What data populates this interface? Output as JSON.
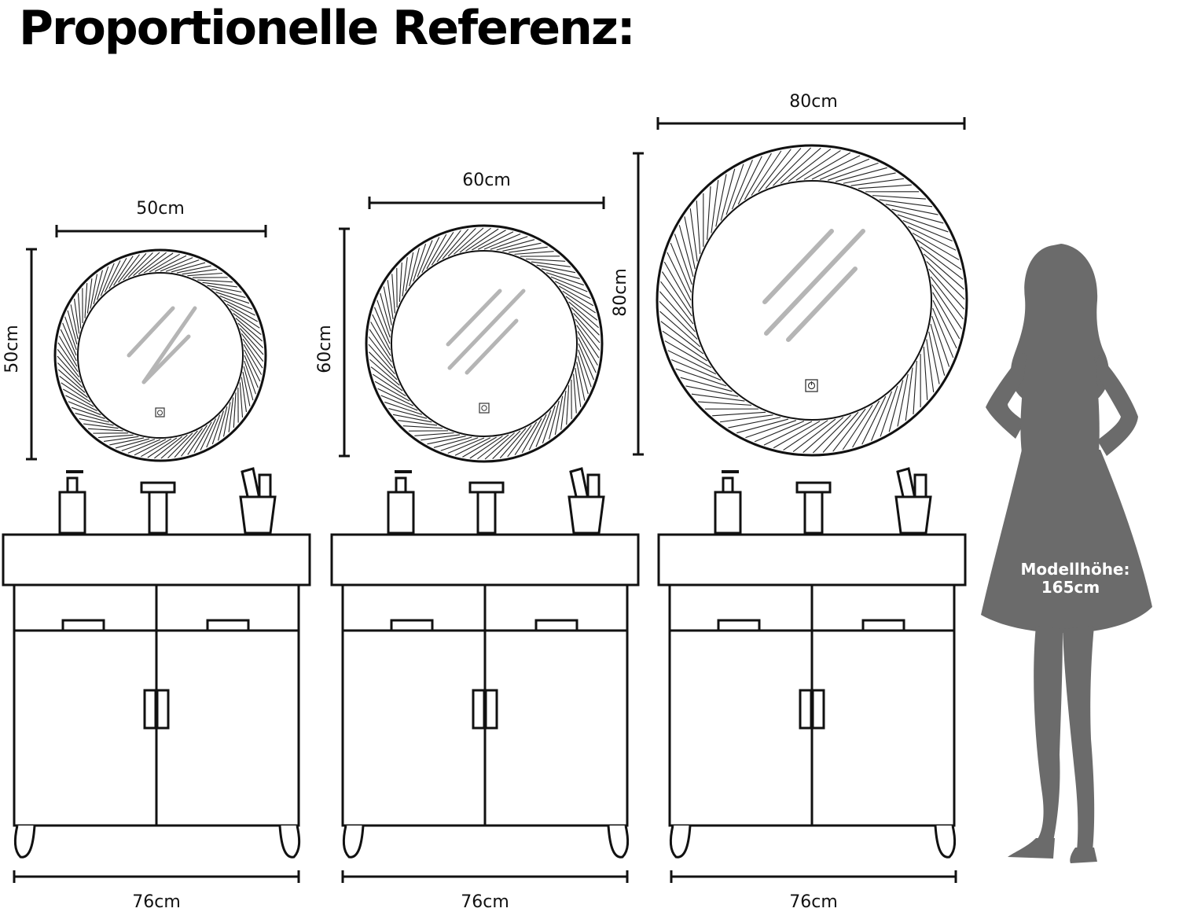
{
  "title": "Proportionelle Referenz:",
  "mirrors": [
    {
      "width_label": "50cm",
      "height_label": "50cm",
      "size_cm": 50,
      "base_label": "76cm"
    },
    {
      "width_label": "60cm",
      "height_label": "60cm",
      "size_cm": 60,
      "base_label": "76cm"
    },
    {
      "width_label": "80cm",
      "height_label": "80cm",
      "size_cm": 80,
      "base_label": "76cm"
    }
  ],
  "model": {
    "line1": "Modellhöhe:",
    "line2": "165cm",
    "height_cm": 165
  },
  "colors": {
    "ink": "#111111",
    "silhouette": "#6b6b6b",
    "mirror_glass": "#ffffff",
    "reflection": "#b5b5b5"
  },
  "icons": [
    "power-touch-icon",
    "soap-dispenser-icon",
    "faucet-icon",
    "toothbrush-cup-icon"
  ]
}
